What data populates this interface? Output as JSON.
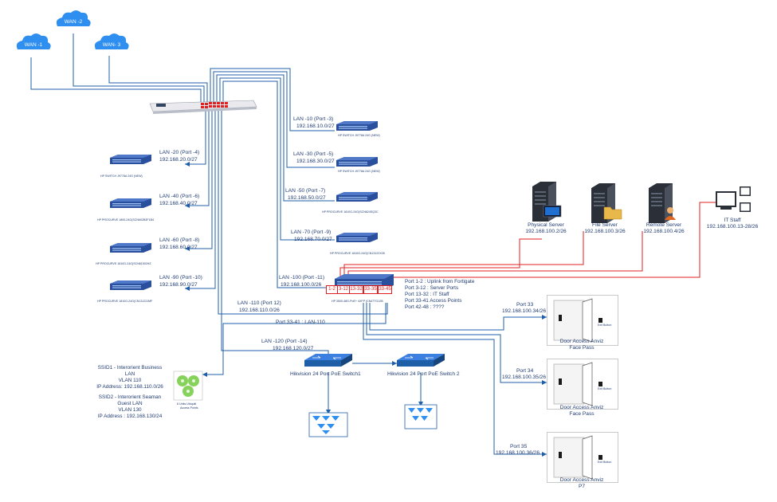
{
  "wan": [
    "WAN -1",
    "WAN -2",
    "WAN- 3"
  ],
  "lans": {
    "lan10": {
      "title": "LAN -10 (Port -3)",
      "net": "192.168.10.0/27",
      "device": "HP SWITCH J9778A 24G (NEW)"
    },
    "lan20": {
      "title": "LAN -20 (Port -4)",
      "net": "192.168.20.0/27",
      "device": "HP SWITCH J9778A 24G (NEW)"
    },
    "lan30": {
      "title": "LAN -30 (Port -5)",
      "net": "192.168.30.0/27",
      "device": "HP SWITCH J9778A 24G (NEW)"
    },
    "lan40": {
      "title": "LAN -40 (Port -6)",
      "net": "192.168.40.0/27",
      "device": "HP PROCURVE 1800-24G(SCN602B3F1B4"
    },
    "lan50": {
      "title": "LAN -50 (Port -7)",
      "net": "192.168.50.0/27",
      "device": "HP PROCURVE 1810G-24G(SCN624SQ3C"
    },
    "lan60": {
      "title": "LAN -60 (Port -8)",
      "net": "192.168.60.0/27",
      "device": "HP PROCURVE 1810G-24G(SCN61502HZ"
    },
    "lan70": {
      "title": "LAN -70 (Port -9)",
      "net": "192.168.70.0/27",
      "device": "HP PROCURVE 1810G-24G(CN13122X05"
    },
    "lan90": {
      "title": "LAN -90 (Port -10)",
      "net": "192.168.90.0/27",
      "device": "HP PROCURVE 1810G-24G(CN13122JMF"
    },
    "lan100": {
      "title": "LAN -100 (Port -11)",
      "net": "192.168.100.0/26",
      "device": "HP 3500-48G-PoE+ 4XFP (CN47TG12B"
    },
    "lan110": {
      "title": "LAN -110 (Port 12)",
      "net": "192.168.110.0/26"
    },
    "lan120": {
      "title": "LAN -120 (Port -14)",
      "net": "192.168.120.0/27"
    }
  },
  "port33_41": "Port 33-41 : LAN-110",
  "core_ports": [
    "1-2",
    "3-12",
    "13-32",
    "33-35",
    "33-45"
  ],
  "port_legend": [
    "Port 1-2 : Uplink from Fortigate",
    "Port 3-12 : Server Ports",
    "Port 13-32 : IT Staff",
    "Port 33-41 Access Points",
    "Port 42-48 : ????"
  ],
  "servers": [
    {
      "name": "Physical Server",
      "ip": "192.168.100.2/26"
    },
    {
      "name": "File Server",
      "ip": "192.168.100.3/26"
    },
    {
      "name": "Remote Server",
      "ip": "192.168.100.4/26"
    }
  ],
  "it_staff": {
    "name": "IT Staff",
    "ip": "192.168.100.13-28/26"
  },
  "poe": [
    "Hikvision 24 Port PoE Switch1",
    "Hikvision 24 Port PoE Switch 2"
  ],
  "ap_label": [
    "6 Units Ubiquiti",
    "Access Points"
  ],
  "ssid": {
    "ssid1": [
      "SSID1 - Interorient Business",
      "LAN",
      "VLAN 110",
      "IP Address: 192.168.110.0/26"
    ],
    "ssid2": [
      "SSID2 - Interorient Seaman",
      "Guest LAN",
      "VLAN 130",
      "IP Address : 192.168.130/24"
    ]
  },
  "doors": [
    {
      "port": "Port 33",
      "ip": "192.168.100.34/26",
      "title": "Door Access Anviz",
      "sub": "Face Pass"
    },
    {
      "port": "Port 34",
      "ip": "192.168.100.35/26",
      "title": "Door Access Anviz",
      "sub": "Face Pass"
    },
    {
      "port": "Port 35",
      "ip": "192.168.100.36/26",
      "title": "Door Access Anviz",
      "sub": "P7"
    }
  ],
  "door_inner": {
    "exit": "Exit Button"
  },
  "colors": {
    "wire": "#1f5fa8",
    "red": "#e02020",
    "switch": "#2a4f9c",
    "cloud": "#2f8ff0"
  }
}
